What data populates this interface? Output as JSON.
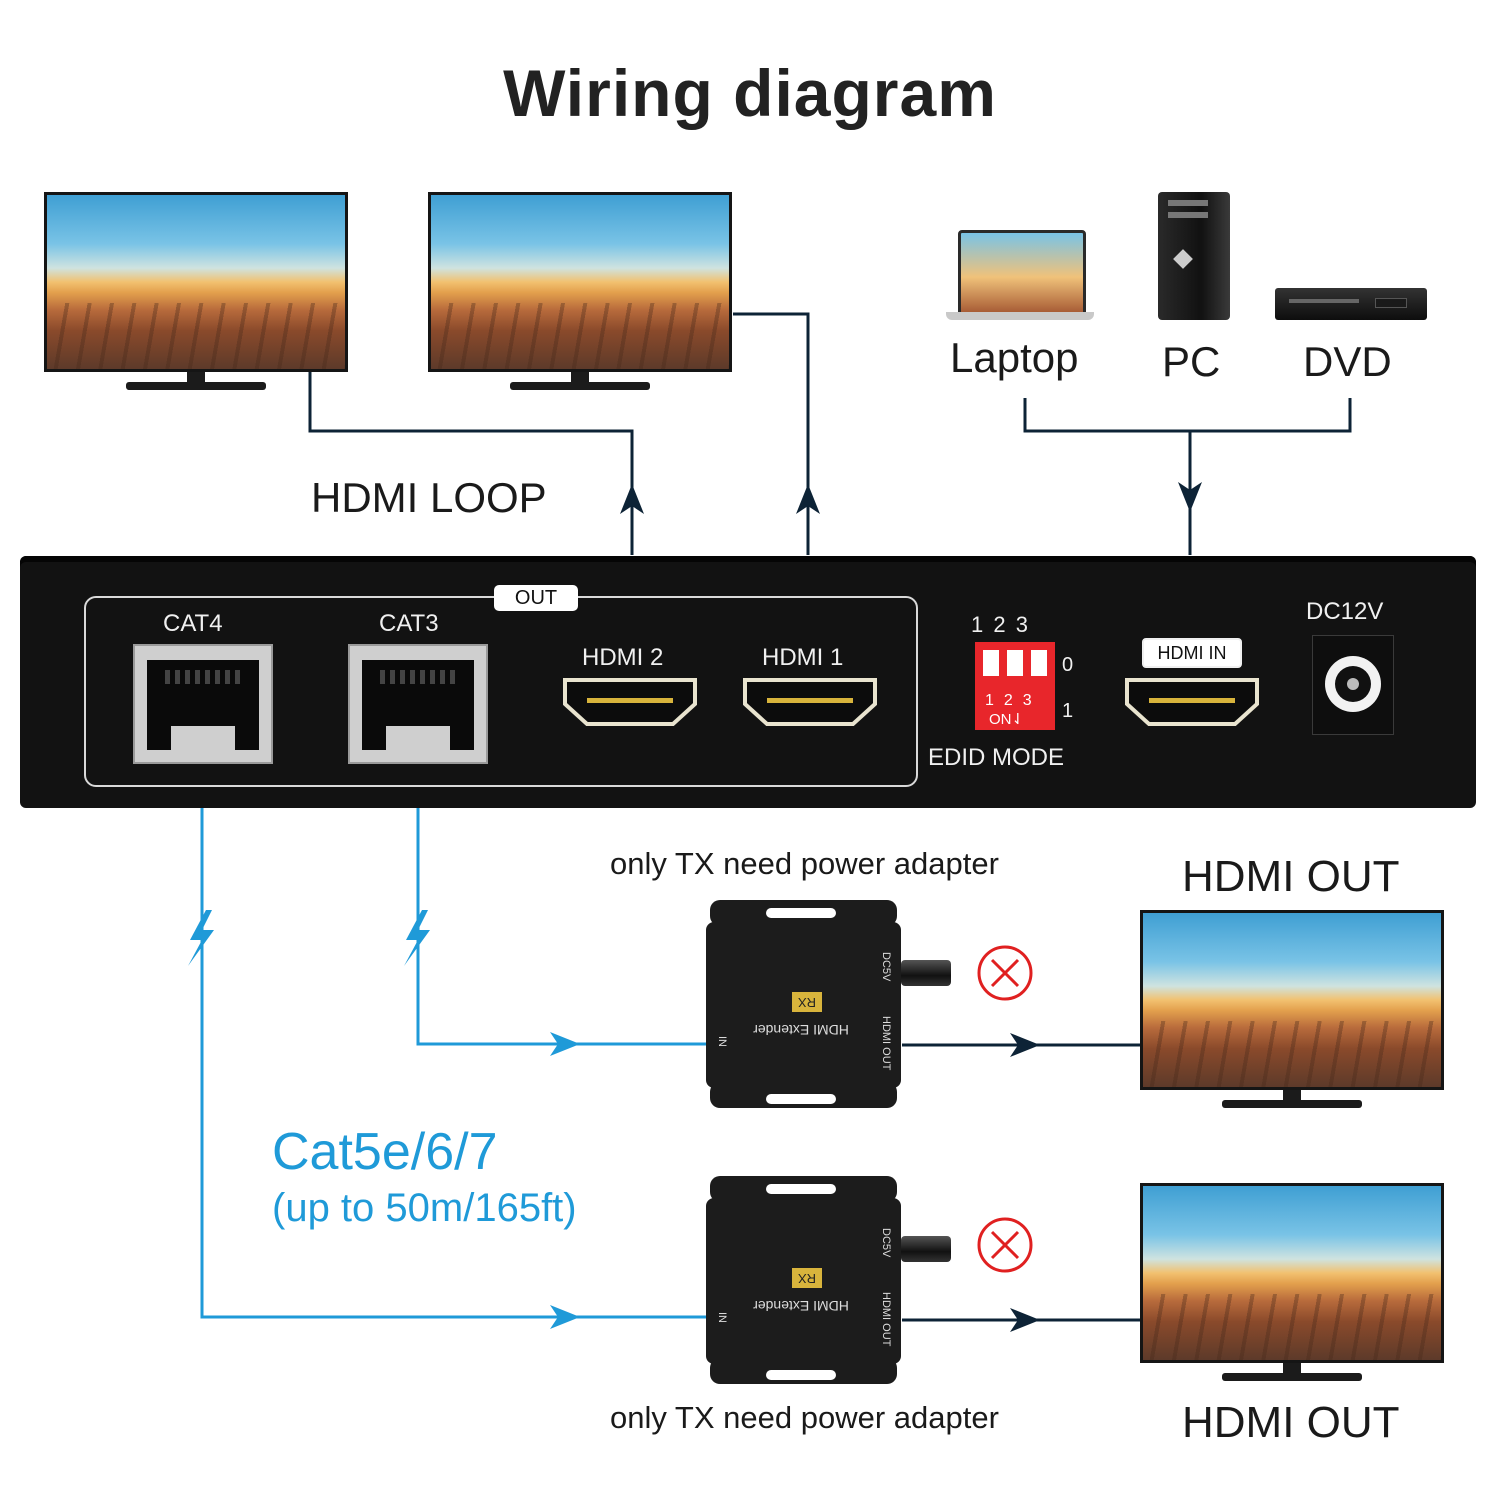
{
  "title": "Wiring diagram",
  "sources": {
    "laptop": "Laptop",
    "pc": "PC",
    "dvd": "DVD"
  },
  "loop_label": "HDMI LOOP",
  "device": {
    "out_tag": "OUT",
    "cat4": "CAT4",
    "cat3": "CAT3",
    "hdmi2": "HDMI 2",
    "hdmi1": "HDMI 1",
    "edid_numbers": "1 2 3",
    "edid_zero": "0",
    "edid_one": "1",
    "dip_numbers": "123",
    "dip_on": "ON⇃",
    "edid_mode": "EDID MODE",
    "hdmi_in": "HDMI IN",
    "dc": "DC12V"
  },
  "receivers": [
    {
      "note": "only TX need power adapter",
      "badge": "RX",
      "name": "HDMI Extender",
      "side_dc": "DC5V",
      "side_out": "HDMI OUT",
      "side_in": "IN",
      "output_label": "HDMI OUT"
    },
    {
      "note": "only TX need power adapter",
      "badge": "RX",
      "name": "HDMI Extender",
      "side_dc": "DC5V",
      "side_out": "HDMI OUT",
      "side_in": "IN",
      "output_label": "HDMI OUT"
    }
  ],
  "cable": {
    "type": "Cat5e/6/7",
    "range": "(up to 50m/165ft)"
  },
  "colors": {
    "cable_blue": "#1f9ad8",
    "device_black": "#121212",
    "dip_red": "#e8262b",
    "cross_red": "#e02020",
    "hdmi_gold": "#d8b43c"
  }
}
